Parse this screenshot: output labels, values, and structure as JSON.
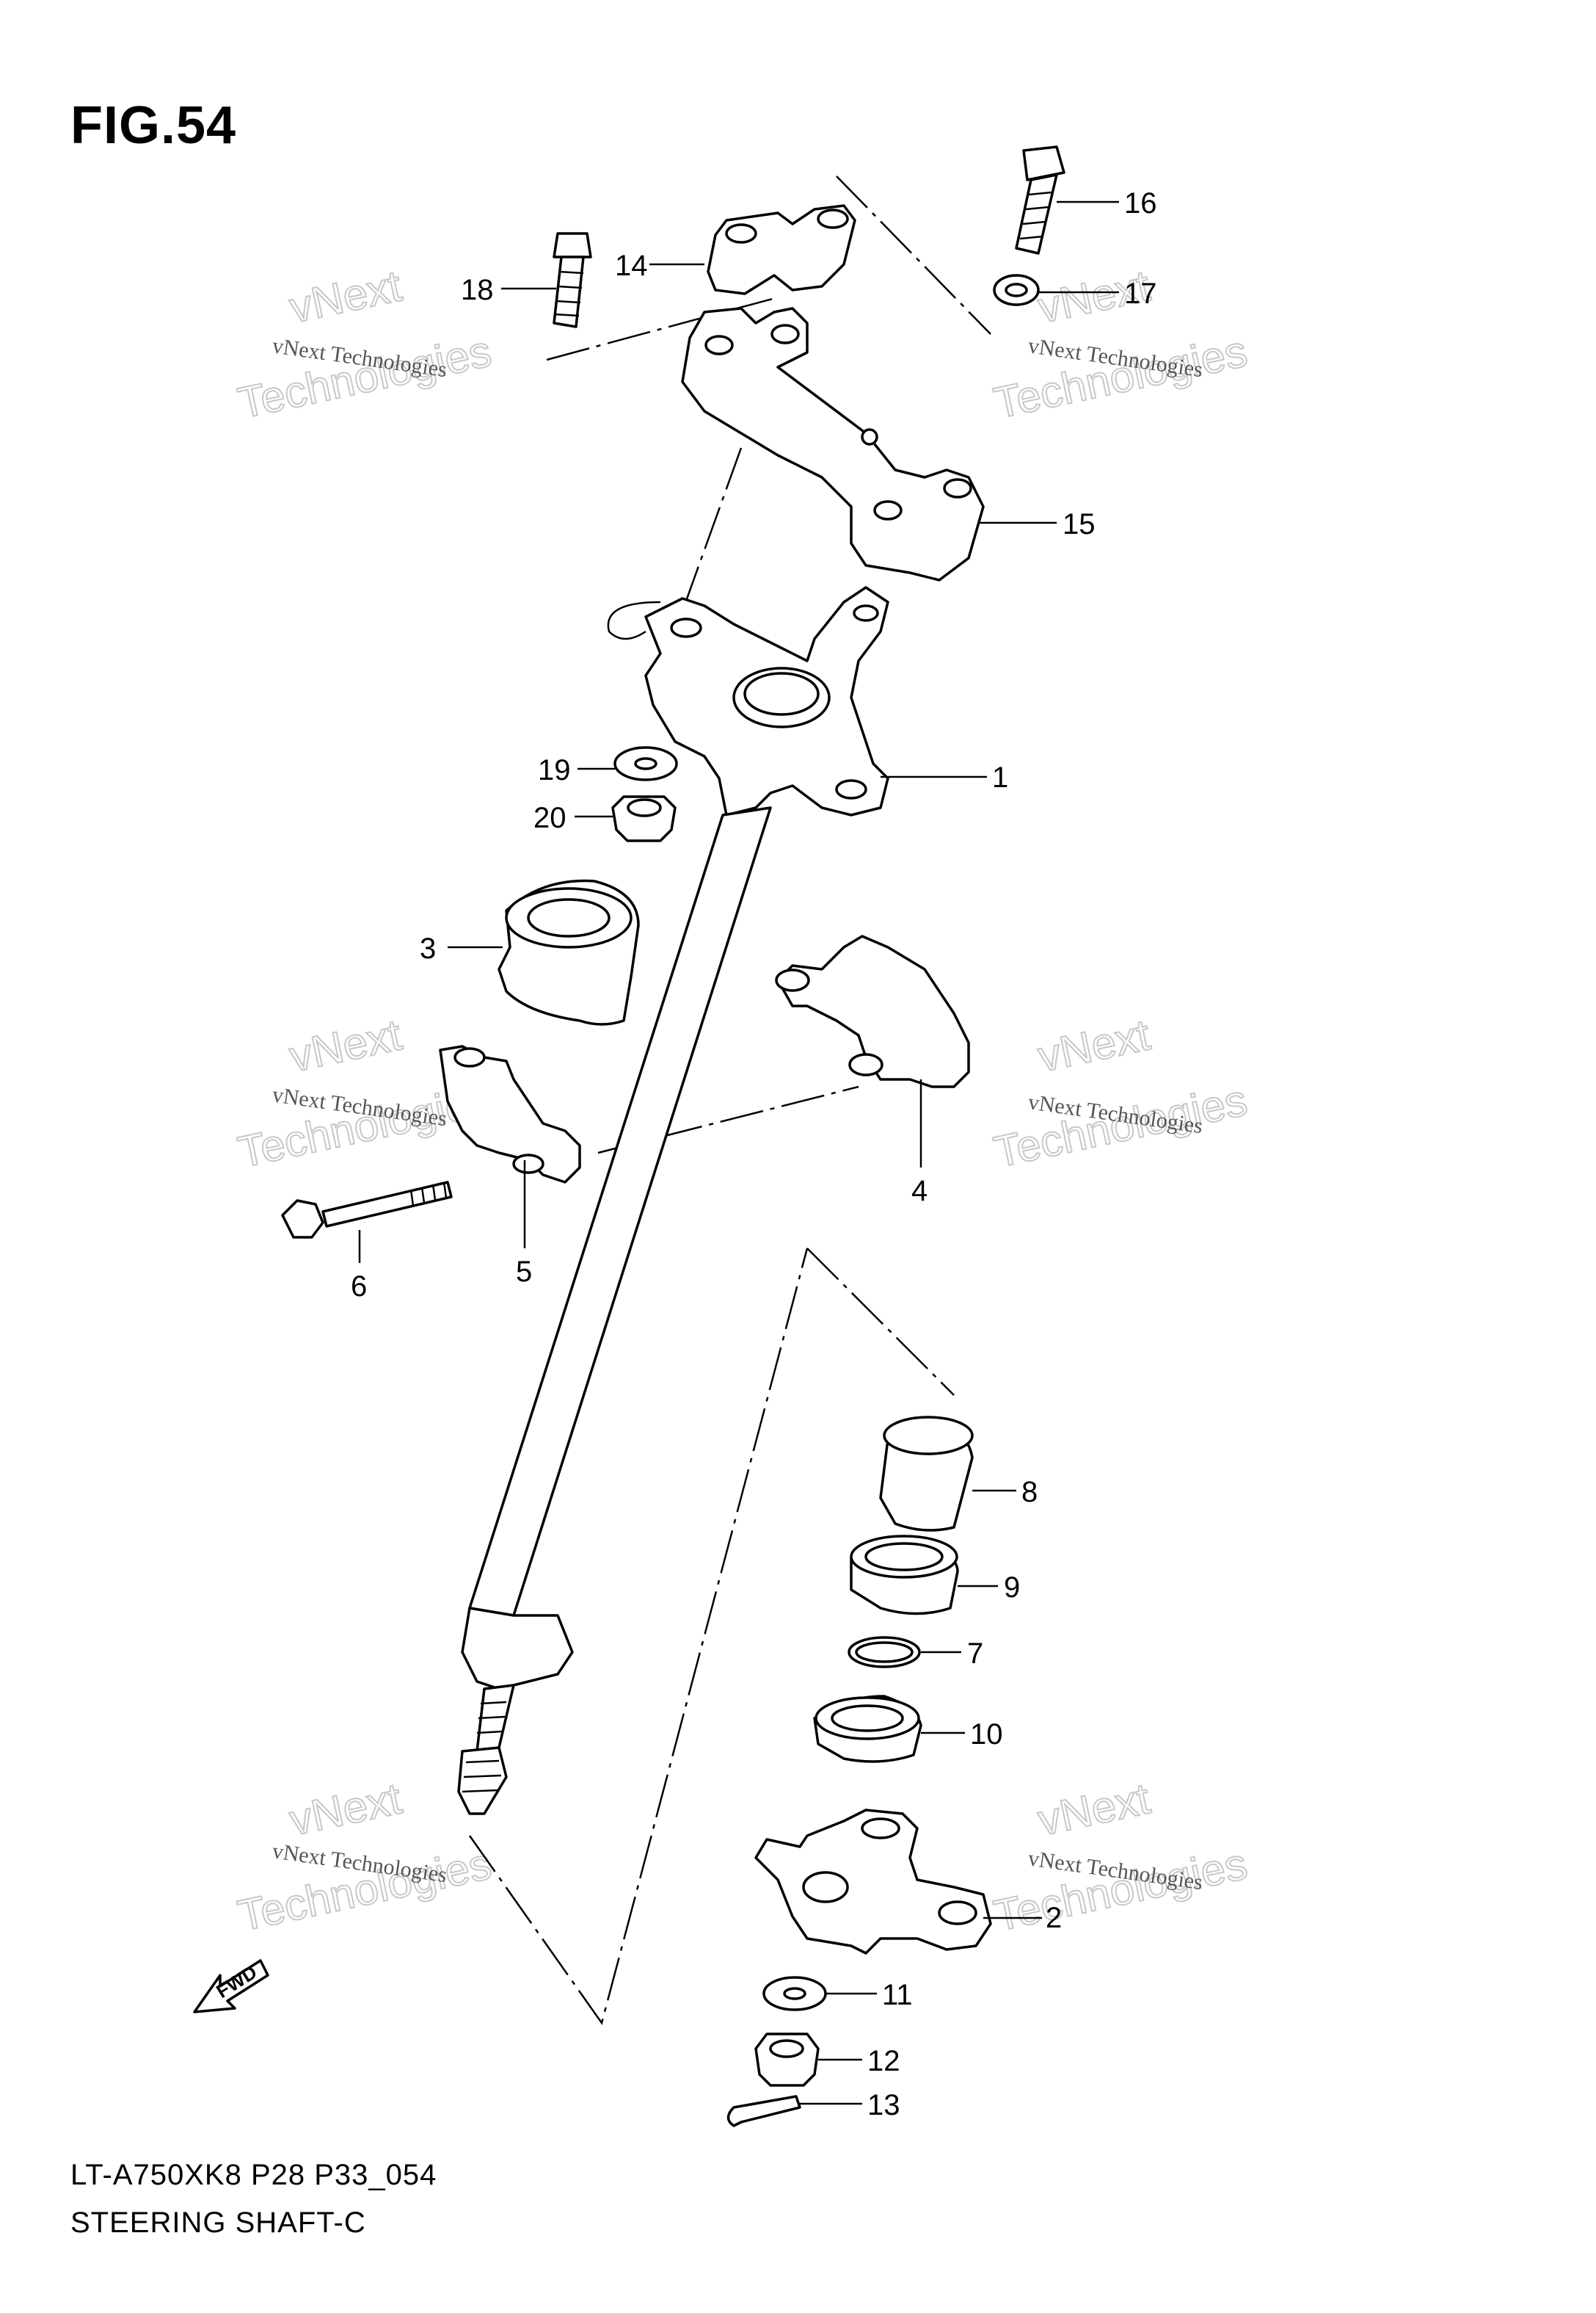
{
  "figure": {
    "title": "FIG.54",
    "model_code": "LT-A750XK8 P28 P33_054",
    "diagram_name": "STEERING SHAFT-C",
    "direction_label": "FWD"
  },
  "watermark": {
    "line1": "vNext Technologies",
    "line2": "Technologies",
    "line3": "vNext"
  },
  "callouts": [
    {
      "number": "1"
    },
    {
      "number": "2"
    },
    {
      "number": "3"
    },
    {
      "number": "4"
    },
    {
      "number": "5"
    },
    {
      "number": "6"
    },
    {
      "number": "7"
    },
    {
      "number": "8"
    },
    {
      "number": "9"
    },
    {
      "number": "10"
    },
    {
      "number": "11"
    },
    {
      "number": "12"
    },
    {
      "number": "13"
    },
    {
      "number": "14"
    },
    {
      "number": "15"
    },
    {
      "number": "16"
    },
    {
      "number": "17"
    },
    {
      "number": "18"
    },
    {
      "number": "19"
    },
    {
      "number": "20"
    }
  ]
}
